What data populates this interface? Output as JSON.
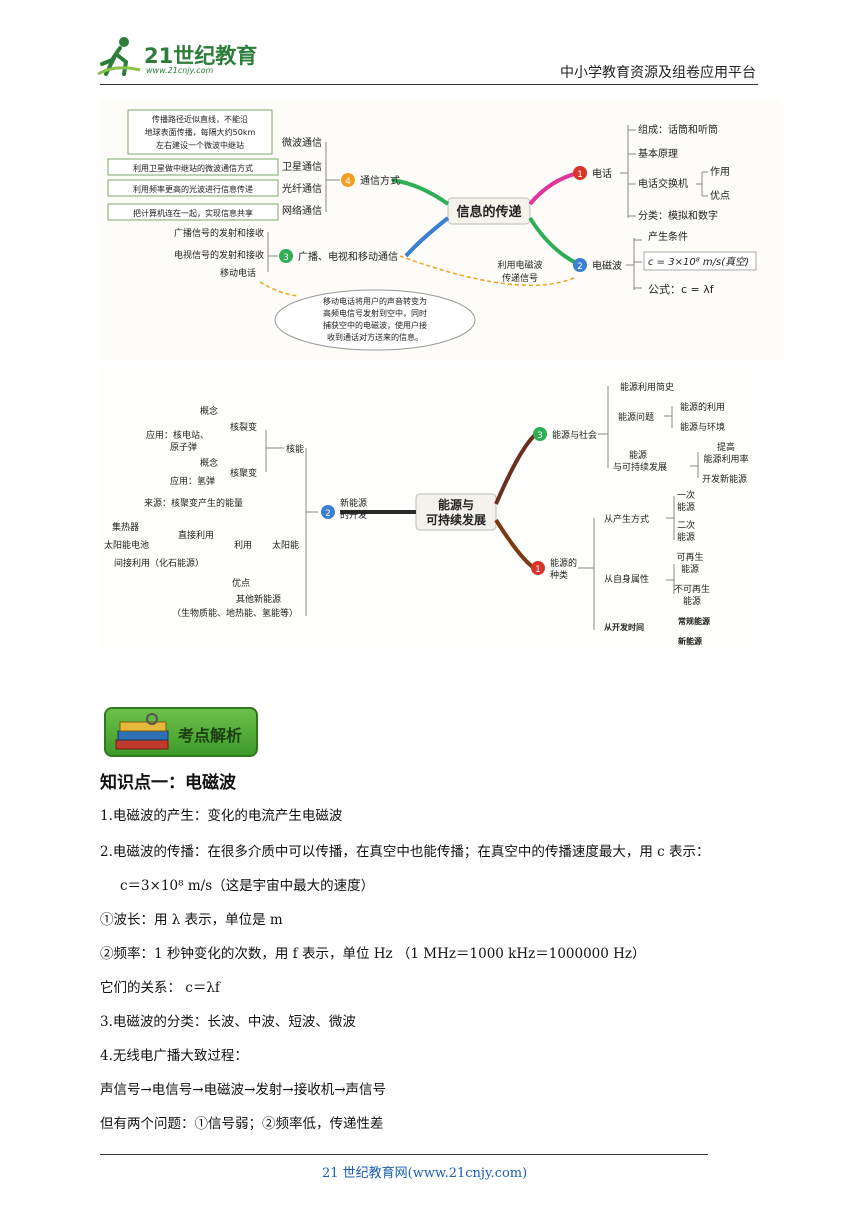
{
  "header": {
    "brand": "21世纪教育",
    "url": "www.21cnjy.com",
    "platform": "中小学教育资源及组卷应用平台"
  },
  "map1": {
    "center": "信息的传递",
    "b1": {
      "num": "1",
      "label": "电话",
      "items": [
        "组成：话筒和听筒",
        "基本原理",
        "电话交换机",
        "分类：模拟和数字"
      ],
      "exchange": [
        "作用",
        "优点"
      ]
    },
    "b2": {
      "num": "2",
      "label": "电磁波",
      "items": [
        "产生条件",
        "c = 3×10⁸ m/s(真空)",
        "公式：c = λf"
      ]
    },
    "b3": {
      "num": "3",
      "label": "广播、电视和移动通信",
      "items": [
        "广播信号的发射和接收",
        "电视信号的发射和接收",
        "移动电话"
      ]
    },
    "b4": {
      "num": "4",
      "label": "通信方式",
      "items": [
        "微波通信",
        "卫星通信",
        "光纤通信",
        "网络通信"
      ],
      "notes": [
        "传播路径近似直线，不能沿",
        "地球表面传播，每隔大约50km",
        "左右建设一个微波中继站",
        "利用卫星做中继站的微波通信方式",
        "利用频率更高的光波进行信息传递",
        "把计算机连在一起，实现信息共享"
      ]
    },
    "link": [
      "利用电磁波",
      "传递信号"
    ],
    "mobile_note": [
      "移动电话将用户的声音转变为",
      "高频电信号发射到空中，同时",
      "捕获空中的电磁波，使用户接",
      "收到通话对方送来的信息。"
    ]
  },
  "map2": {
    "center": [
      "能源与",
      "可持续发展"
    ],
    "b1": {
      "num": "1",
      "label": [
        "能源的",
        "种类"
      ],
      "g1": "从产生方式",
      "g1items": [
        [
          "一次",
          "能源"
        ],
        [
          "二次",
          "能源"
        ]
      ],
      "g2": "从自身属性",
      "g2items": [
        [
          "可再生",
          "能源"
        ],
        [
          "不可再生",
          "能源"
        ]
      ],
      "g3": "从开发时间",
      "g3items": [
        "常规能源",
        "新能源"
      ]
    },
    "b2": {
      "num": "2",
      "label": [
        "新能源",
        "的开发"
      ],
      "nuclear": "核能",
      "fission": "核裂变",
      "fission_items": [
        "概念",
        "应用：核电站、",
        "原子弹"
      ],
      "fusion": "核聚变",
      "fusion_items": [
        "概念",
        "应用：氢弹"
      ],
      "solar": "太阳能",
      "solar_items": [
        "来源：核聚变产生的能量",
        "集热器",
        "太阳能电池",
        "间接利用（化石能源）",
        "优点"
      ],
      "use": "利用",
      "direct": "直接利用",
      "other": [
        "其他新能源",
        "（生物质能、地热能、氢能等）"
      ]
    },
    "b3": {
      "num": "3",
      "label": "能源与社会",
      "items": [
        "能源利用简史",
        "能源问题",
        [
          "能源",
          "与可持续发展"
        ]
      ],
      "problem_items": [
        "能源的利用",
        "能源与环境"
      ],
      "sustain_items": [
        [
          "提高",
          "能源利用率"
        ],
        "开发新能源"
      ]
    }
  },
  "section": {
    "badge": "考点解析",
    "title": "知识点一：电磁波",
    "lines": [
      "1.电磁波的产生：变化的电流产生电磁波",
      "2.电磁波的传播：在很多介质中可以传播，在真空中也能传播；在真空中的传播速度最大，用 c 表示：",
      "c＝3×10⁸ m/s（这是宇宙中最大的速度）",
      "①波长：用 λ 表示，单位是 m",
      "②频率：1 秒钟变化的次数，用 f 表示，单位 Hz  （1 MHz＝1000 kHz＝1000000 Hz）",
      "它们的关系：  c＝λf",
      "3.电磁波的分类：长波、中波、短波、微波",
      "4.无线电广播大致过程：",
      "声信号→电信号→电磁波→发射→接收机→声信号",
      "但有两个问题：①信号弱；②频率低，传递性差"
    ]
  },
  "footer": {
    "text": "21 世纪教育网(www.21cnjy.com)"
  },
  "colors": {
    "brand": "#2d7d3a",
    "badge": "#4caf32",
    "footer": "#1a5fb4",
    "pink": "#e0359a",
    "green": "#2fae55",
    "blue": "#3a7fd0",
    "orange": "#f0a020"
  }
}
